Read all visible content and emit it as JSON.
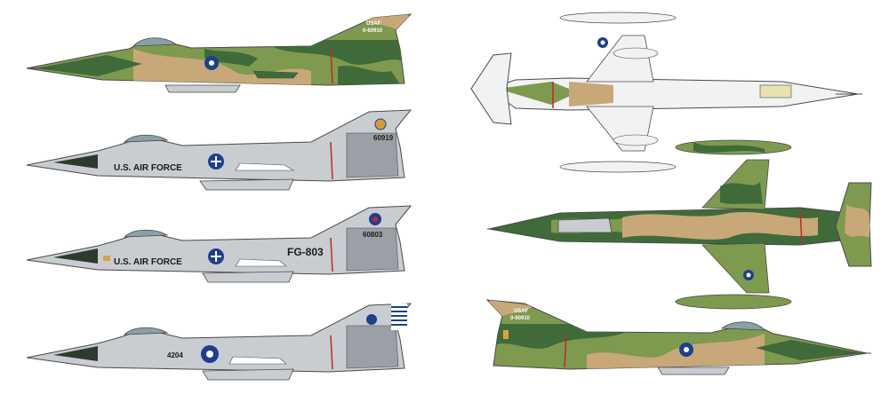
{
  "colors": {
    "camo_green_dark": "#3f6b3a",
    "camo_green_light": "#7e9a4f",
    "camo_tan": "#c8a878",
    "silver": "#c9ccd0",
    "silver_dark": "#9aa0a6",
    "white_planform": "#f1f2f2",
    "outline": "#4a4a4a",
    "usaf_blue": "#1d3f8f",
    "red": "#c0282d"
  },
  "profiles": [
    {
      "scheme": "camouflage",
      "tail_text": "USAF",
      "tail_number": "0-60910"
    },
    {
      "scheme": "natural-metal",
      "fuselage_text": "U.S. AIR FORCE",
      "tail_number": "60919"
    },
    {
      "scheme": "natural-metal",
      "fuselage_text": "U.S. AIR FORCE",
      "buzz_number": "FG-803",
      "tail_number": "60803"
    },
    {
      "scheme": "rocaf-metal",
      "fuselage_number": "4204"
    }
  ],
  "bottom_right": {
    "tail_text": "USAF",
    "tail_number": "0-60910"
  }
}
